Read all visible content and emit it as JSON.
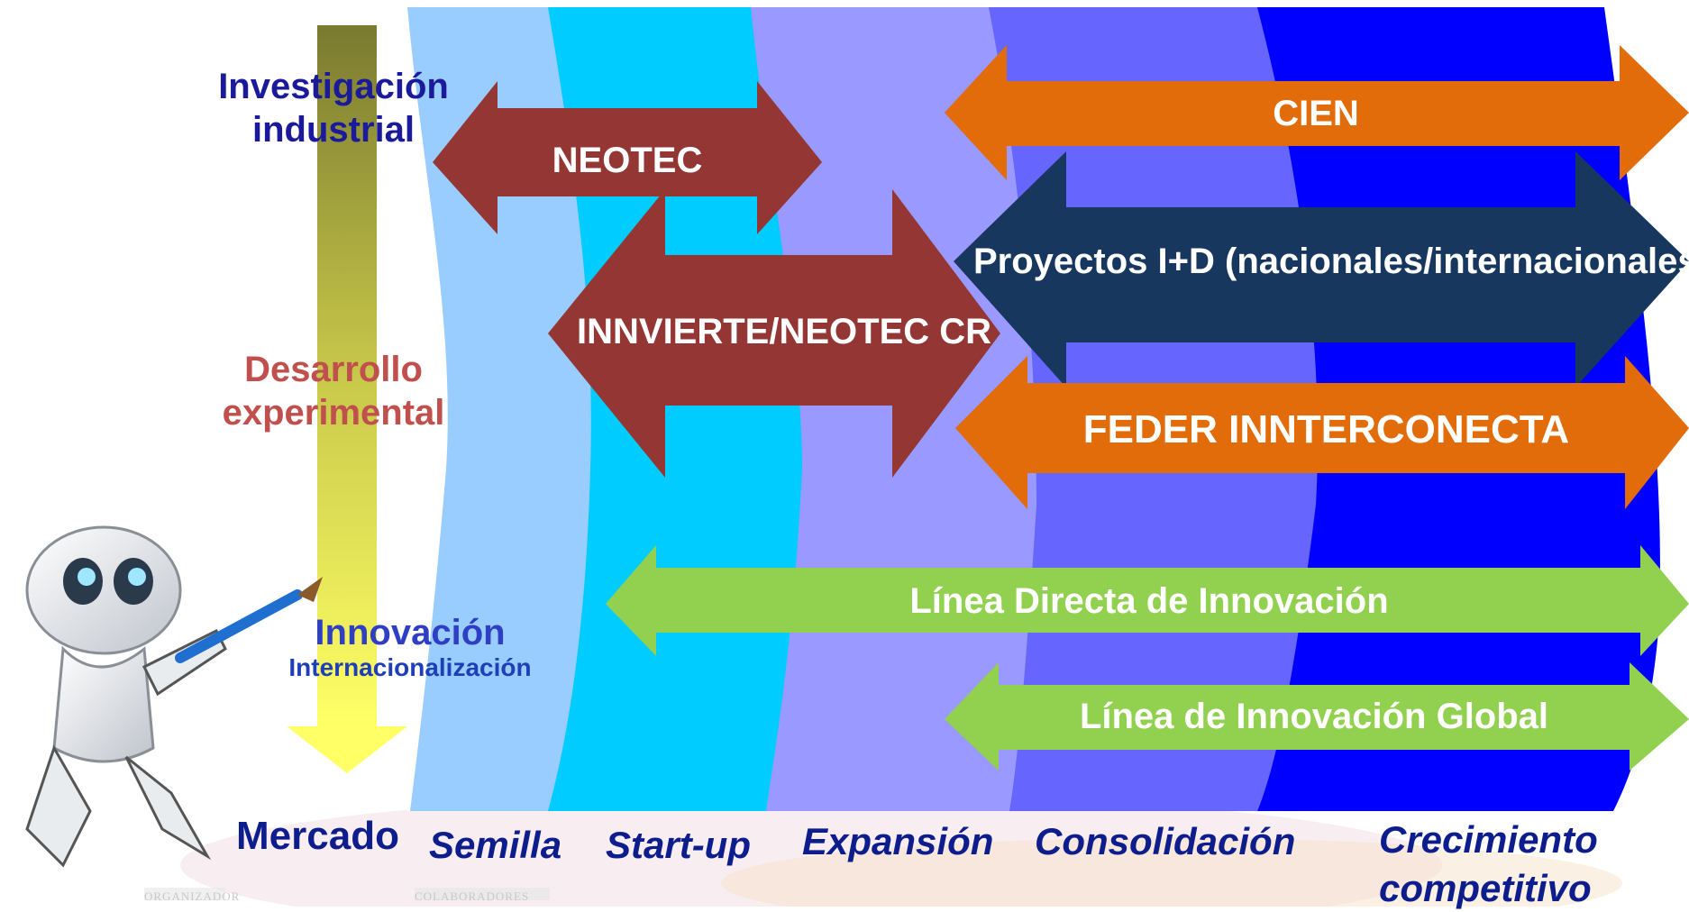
{
  "axis": {
    "top_line1": "Investigación",
    "top_line2": "industrial",
    "middle_line1": "Desarrollo",
    "middle_line2": "experimental",
    "bottom_line1": "Innovación",
    "bottom_line2": "Internacionalización",
    "end": "Mercado"
  },
  "phases": [
    "Semilla",
    "Start-up",
    "Expansión",
    "Consolidación",
    "Crecimiento",
    "competitivo"
  ],
  "programs": {
    "neotec": "NEOTEC",
    "innvierte": "INNVIERTE/NEOTEC CR",
    "cien": "CIEN",
    "proyectos": "Proyectos I+D (nacionales/internacionales)",
    "feder": "FEDER INNTERCONECTA",
    "ldi": "Línea Directa de Innovación",
    "lig": "Línea de Innovación Global"
  },
  "footer": {
    "left": "ORGANIZADOR",
    "right": "COLABORADORES"
  },
  "colors": {
    "band_semilla": "#99ccff",
    "band_startup": "#00ccff",
    "band_expansion": "#9999ff",
    "band_consolidacion": "#6666ff",
    "band_crecimiento": "#0000ff",
    "arrow_maroon": "#943634",
    "arrow_orange": "#e36c0a",
    "arrow_navy": "#17375e",
    "arrow_green": "#92d050"
  }
}
